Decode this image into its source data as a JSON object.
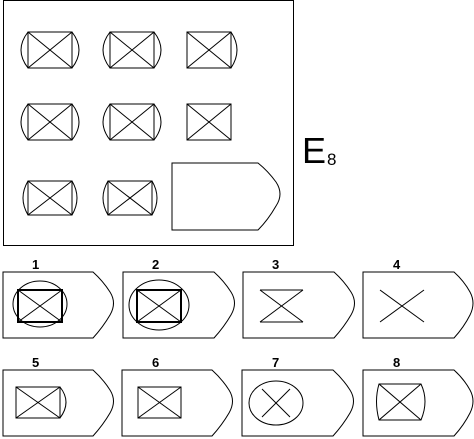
{
  "puzzle": {
    "label_main": "E",
    "label_sub": "8"
  },
  "options": [
    {
      "number": "1"
    },
    {
      "number": "2"
    },
    {
      "number": "3"
    },
    {
      "number": "4"
    },
    {
      "number": "5"
    },
    {
      "number": "6"
    },
    {
      "number": "7"
    },
    {
      "number": "8"
    }
  ],
  "colors": {
    "line": "#000000",
    "background": "#ffffff"
  }
}
